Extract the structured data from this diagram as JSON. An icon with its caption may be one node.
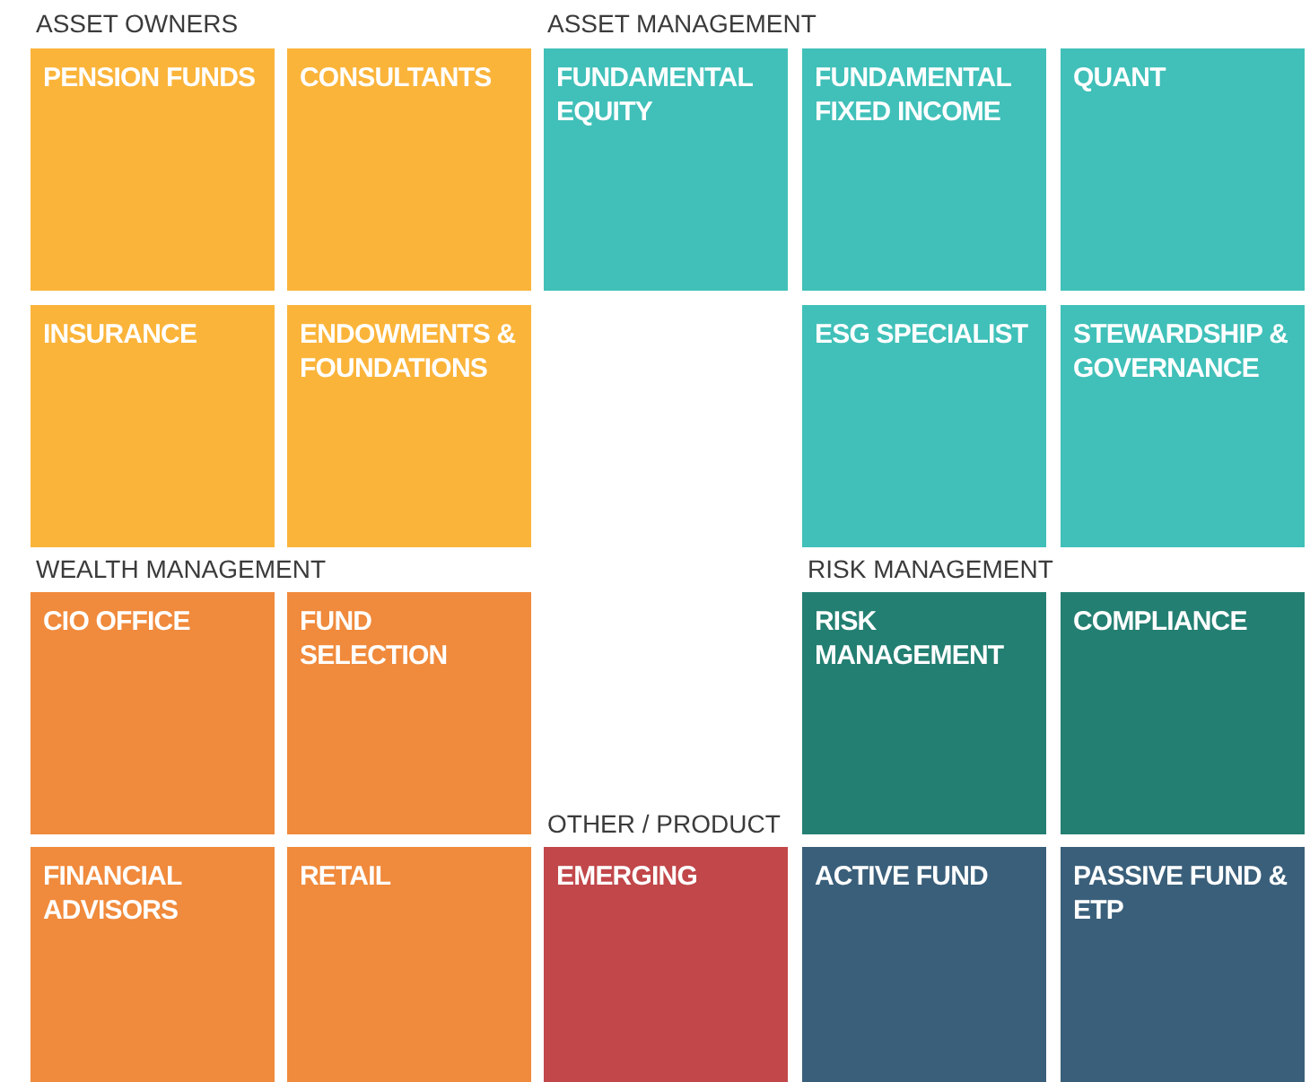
{
  "diagram": {
    "nodes": [
      {
        "text": [
          "PENSION FUNDS"
        ]
      },
      {
        "text": [
          "CONSULTANTS"
        ]
      },
      {
        "text": [
          "FUNDAMENTAL EQUITY"
        ]
      },
      {
        "text": [
          "FUNDAMENTAL FIXED INCOME"
        ]
      },
      {
        "text": [
          "QUANT"
        ]
      },
      {
        "text": [
          "INSURANCE"
        ]
      },
      {
        "text": [
          "ENDOWMENTS & FOUNDATIONS"
        ]
      },
      {
        "text": [
          "ESG SPECIALIST"
        ]
      },
      {
        "text": [
          "STEWARDSHIP & GOVERNANCE"
        ]
      },
      {
        "text": [
          "CIO OFFICE"
        ]
      },
      {
        "text": [
          "FUND SELECTION"
        ]
      },
      {
        "text": [
          "RISK MANAGEMENT"
        ]
      },
      {
        "text": [
          "COMPLIANCE"
        ]
      },
      {
        "text": [
          "FINANCIAL ADVISORS"
        ]
      },
      {
        "text": [
          "RETAIL"
        ]
      },
      {
        "text": [
          "EMERGING"
        ]
      },
      {
        "text": [
          "ACTIVE FUND"
        ]
      },
      {
        "text": [
          "PASSIVE FUND & ETP"
        ]
      }
    ],
    "labels": [
      "ASSET OWNERS",
      "ASSET MANAGEMENT",
      "WEALTH MANAGEMENT",
      "RISK MANAGEMENT",
      "OTHER / PRODUCT"
    ]
  }
}
